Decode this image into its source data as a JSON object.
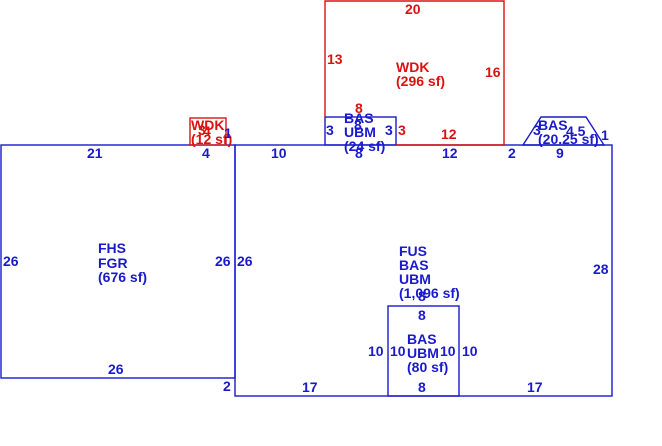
{
  "colors": {
    "main": "#1a1acd",
    "deck": "#dd1111",
    "background": "#ffffff"
  },
  "areas": {
    "garage": {
      "line1": "FHS",
      "line2": "FGR",
      "line3": "(676 sf)"
    },
    "house": {
      "line1": "FUS",
      "line2": "BAS",
      "line3": "UBM",
      "line4": "(1,096 sf)"
    },
    "bay": {
      "line1": "BAS",
      "line2": "UBM",
      "line3": "(80 sf)"
    },
    "bump": {
      "line1": "BAS",
      "line2": "UBM",
      "line3": "(24 sf)",
      "overlap": "8"
    },
    "deck_large": {
      "line1": "WDK",
      "line2": "(296 sf)"
    },
    "deck_small": {
      "line1": "WDK",
      "line2": "(12 sf)",
      "overlap": "3"
    },
    "chimney": {
      "line1": "BAS",
      "line2": "(20.25 sf)",
      "overlap": "4.5"
    }
  },
  "dimensions": {
    "garage_top": "21",
    "garage_left": "26",
    "garage_right": "26",
    "garage_bottom": "26",
    "house_top_left": "10",
    "house_top_mid": "12",
    "house_top_right": "9",
    "house_left": "26",
    "house_right": "28",
    "house_bottom_left": "17",
    "house_bottom_right": "17",
    "house_corner": "2",
    "house_step": "2",
    "bay_top": "8",
    "bay_bottom": "8",
    "bay_left": "10",
    "bay_left_in": "10",
    "bay_right_in": "10",
    "bay_right": "10",
    "bay_inner": "8",
    "bump_top": "8",
    "bump_bottom": "8",
    "bump_left": "3",
    "bump_right": "3",
    "deck_top": "20",
    "deck_left": "13",
    "deck_right": "16",
    "deck_bottom": "12",
    "deck_side": "3",
    "small_deck_left": "4",
    "small_deck_right": "1",
    "small_deck_bottom": "4",
    "chimney_left": "3",
    "chimney_right": "1"
  }
}
